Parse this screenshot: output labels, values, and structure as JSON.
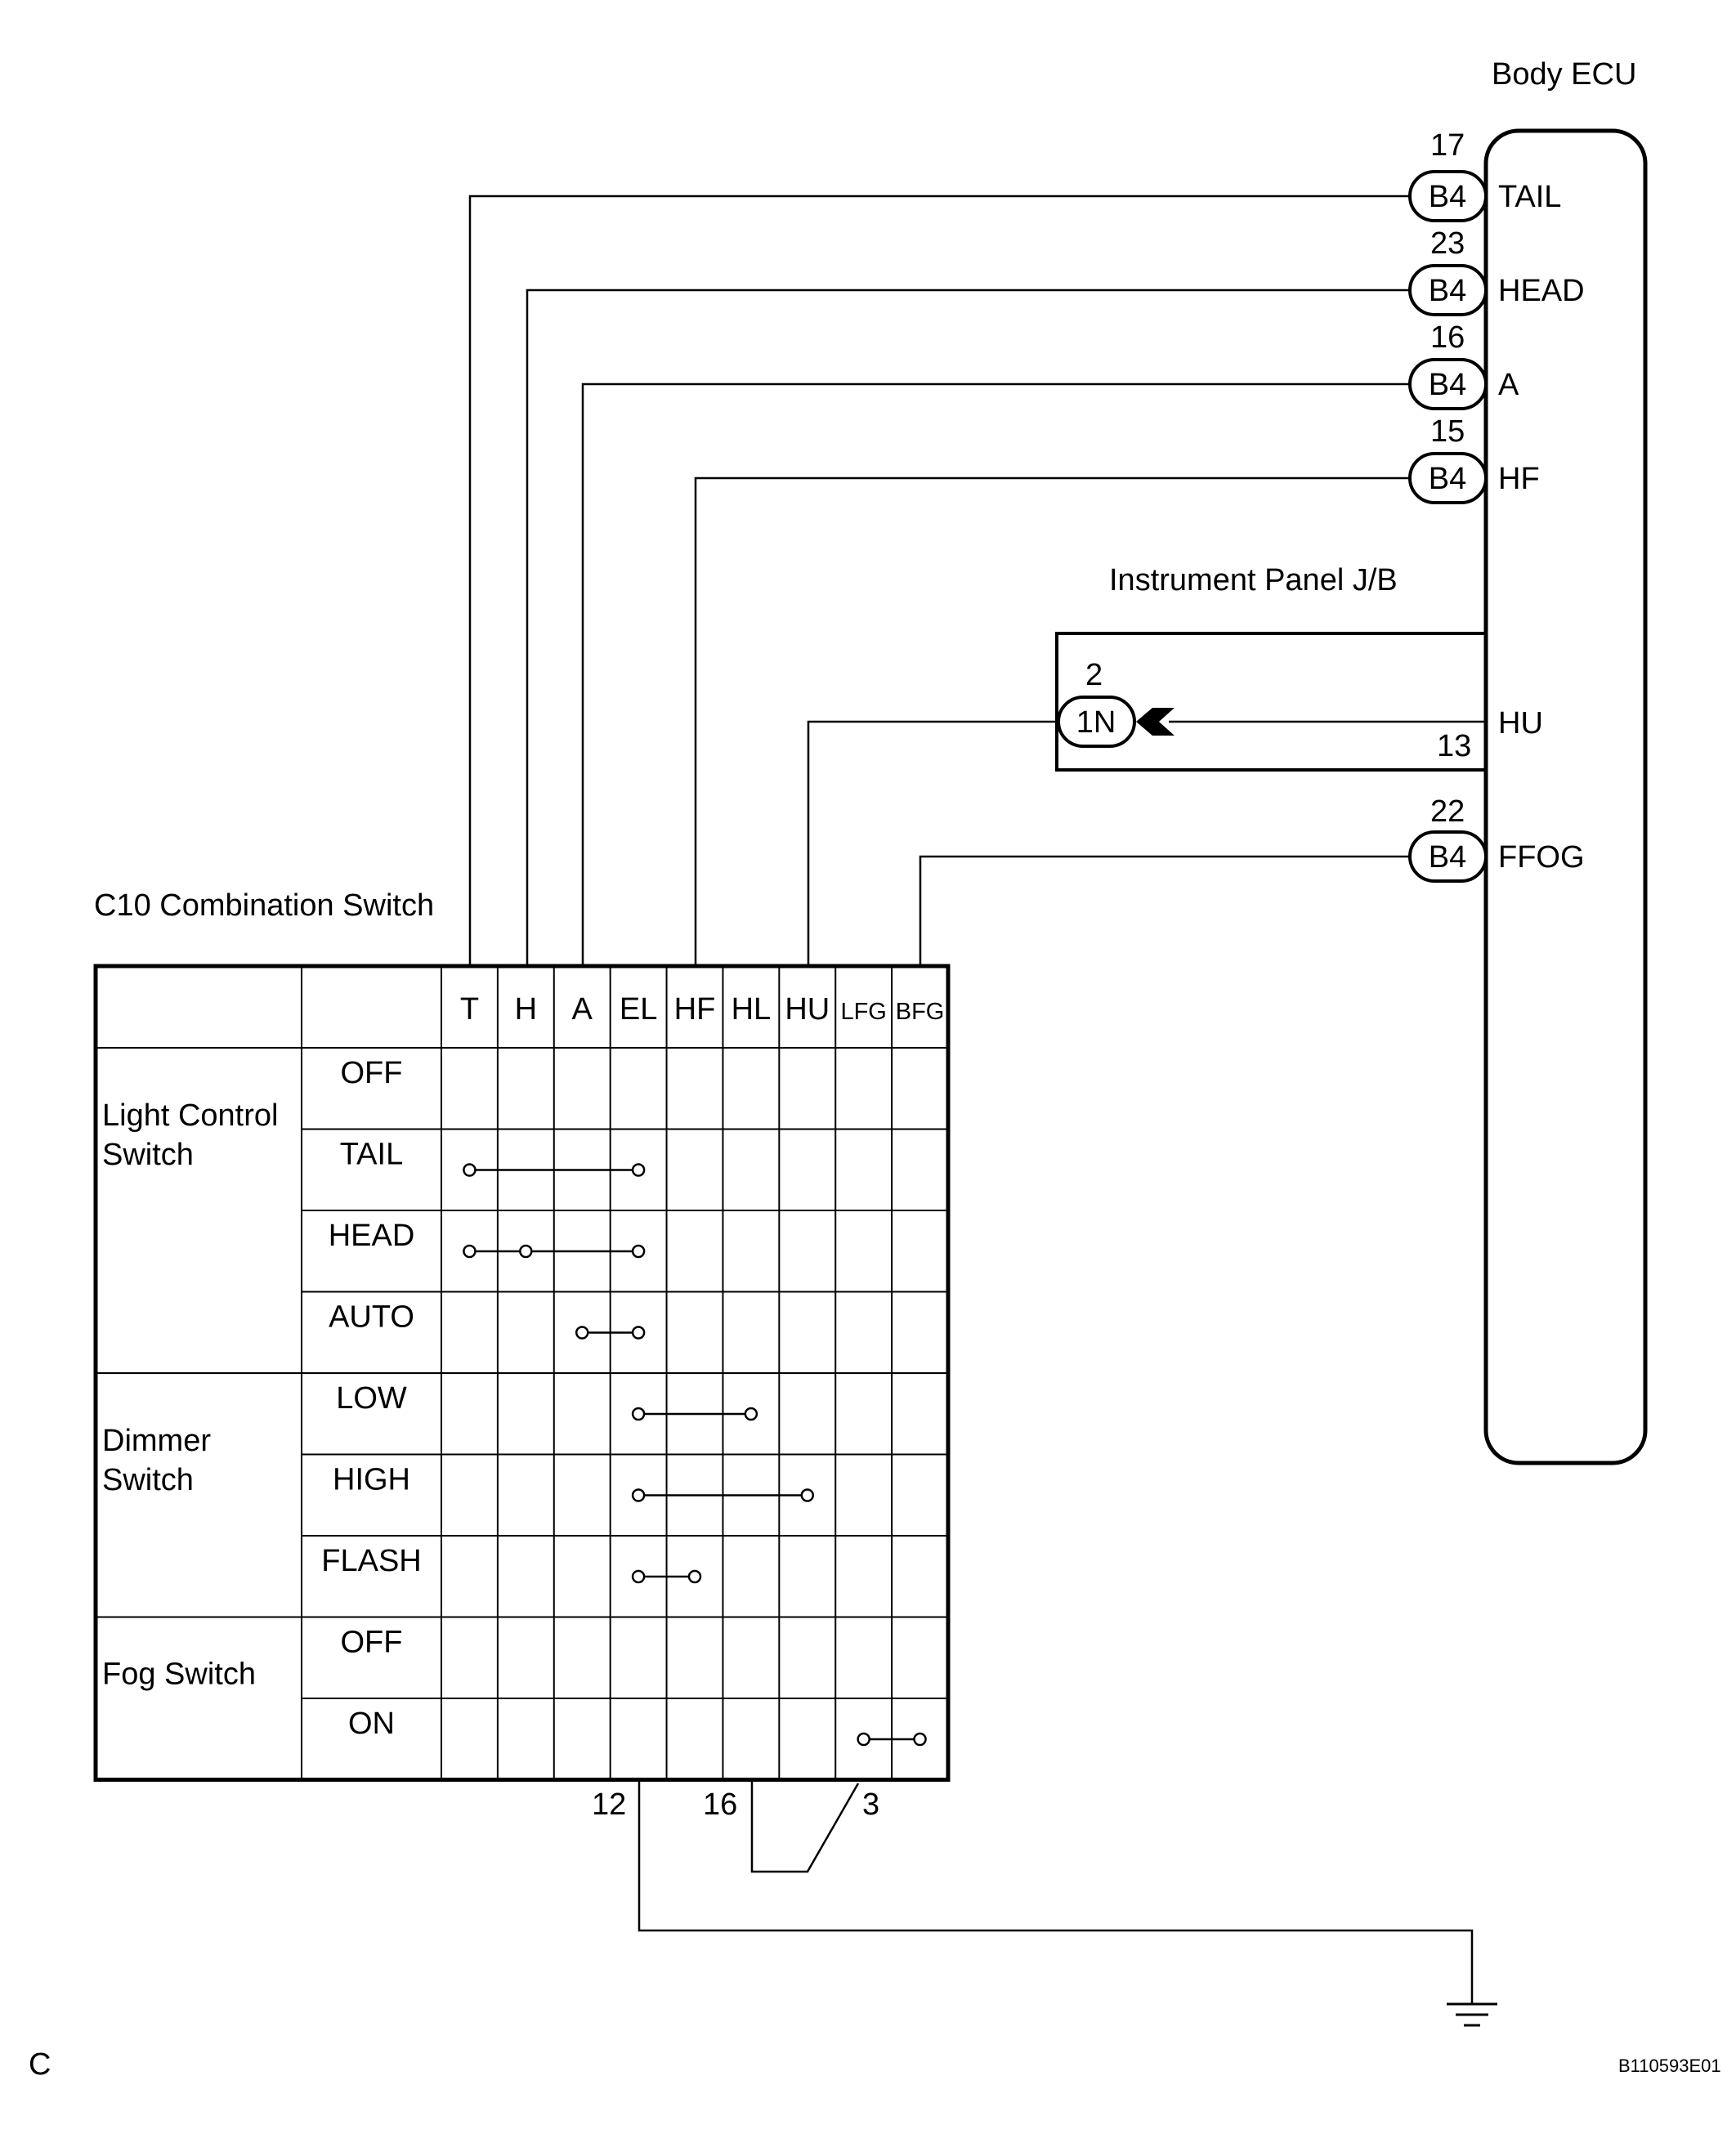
{
  "body_ecu": {
    "title": "Body ECU",
    "pins": [
      {
        "number": "17",
        "connector": "B4",
        "name": "TAIL"
      },
      {
        "number": "23",
        "connector": "B4",
        "name": "HEAD"
      },
      {
        "number": "16",
        "connector": "B4",
        "name": "A"
      },
      {
        "number": "15",
        "connector": "B4",
        "name": "HF"
      },
      {
        "number": "22",
        "connector": "B4",
        "name": "FFOG"
      }
    ],
    "hu_pin": {
      "name": "HU",
      "number": "13"
    }
  },
  "junction_block": {
    "title": "Instrument Panel J/B",
    "connector": "1N",
    "pin_number": "2"
  },
  "combination_switch": {
    "title": "C10 Combination Switch",
    "columns": [
      "T",
      "H",
      "A",
      "EL",
      "HF",
      "HL",
      "HU",
      "LFG",
      "BFG"
    ],
    "groups": [
      {
        "name": "Light Control Switch",
        "lines": [
          "Light Control",
          "Switch"
        ]
      },
      {
        "name": "Dimmer Switch",
        "lines": [
          "Dimmer",
          "Switch"
        ]
      },
      {
        "name": "Fog Switch",
        "lines": [
          "Fog Switch"
        ]
      }
    ],
    "rows": [
      {
        "group": 0,
        "label": "OFF",
        "connections": []
      },
      {
        "group": 0,
        "label": "TAIL",
        "connections": [
          "T",
          "EL"
        ]
      },
      {
        "group": 0,
        "label": "HEAD",
        "connections": [
          "T",
          "H",
          "EL"
        ]
      },
      {
        "group": 0,
        "label": "AUTO",
        "connections": [
          "A",
          "EL"
        ]
      },
      {
        "group": 1,
        "label": "LOW",
        "connections": [
          "EL",
          "HL"
        ]
      },
      {
        "group": 1,
        "label": "HIGH",
        "connections": [
          "EL",
          "HU"
        ]
      },
      {
        "group": 1,
        "label": "FLASH",
        "connections": [
          "EL",
          "HF"
        ]
      },
      {
        "group": 2,
        "label": "OFF",
        "connections": []
      },
      {
        "group": 2,
        "label": "ON",
        "connections": [
          "LFG",
          "BFG"
        ]
      }
    ],
    "bottom_pins": [
      "12",
      "16",
      "3"
    ]
  },
  "footer": {
    "corner_letter": "C",
    "figure_code": "B110593E01"
  }
}
